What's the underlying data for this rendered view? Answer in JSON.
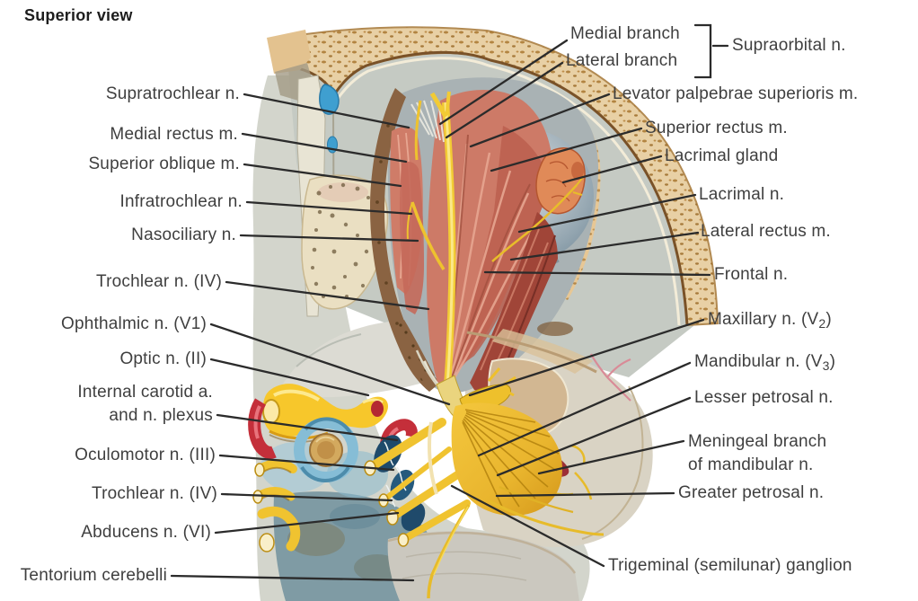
{
  "title": "Superior view",
  "labels": {
    "left": [
      {
        "text": "Supratrochlear n."
      },
      {
        "text": "Medial rectus m."
      },
      {
        "text": "Superior oblique m."
      },
      {
        "text": "Infratrochlear n."
      },
      {
        "text": "Nasociliary n."
      },
      {
        "text": "Trochlear n. (IV)"
      },
      {
        "text": "Ophthalmic n. (V1)"
      },
      {
        "text": "Optic n. (II)"
      },
      {
        "line1": "Internal carotid a.",
        "line2": "and n. plexus"
      },
      {
        "text": "Oculomotor n. (III)"
      },
      {
        "text": "Trochlear n. (IV)"
      },
      {
        "text": "Abducens n. (VI)"
      },
      {
        "text": "Tentorium cerebelli"
      }
    ],
    "right": [
      {
        "text": "Medial branch"
      },
      {
        "text": "Lateral branch"
      },
      {
        "text": "Supraorbital n."
      },
      {
        "text": "Levator palpebrae superioris m."
      },
      {
        "text": "Superior rectus m."
      },
      {
        "text": "Lacrimal gland"
      },
      {
        "text": "Lacrimal n."
      },
      {
        "text": "Lateral rectus m."
      },
      {
        "text": "Frontal n."
      },
      {
        "prefix": "Maxillary n. (V",
        "sub": "2",
        "suffix": ")"
      },
      {
        "prefix": "Mandibular n. (V",
        "sub": "3",
        "suffix": ")"
      },
      {
        "text": "Lesser petrosal n."
      },
      {
        "line1": "Meningeal branch",
        "line2": "of mandibular n."
      },
      {
        "text": "Greater petrosal n."
      },
      {
        "text": "Trigeminal (semilunar) ganglion"
      }
    ]
  },
  "colors": {
    "bone_tan": "#e8d0a5",
    "bone_speckle": "#a9762f",
    "muscle_red": "#cd7a67",
    "nerve_yellow": "#f2cb34",
    "ganglion_gold": "#e9b52e",
    "artery_red": "#c42f3a",
    "sinus_blue": "#86bdd6",
    "dura_gray": "#c5cac3",
    "label_text": "#3f3f3f",
    "leader_line": "#2b2b2b"
  }
}
